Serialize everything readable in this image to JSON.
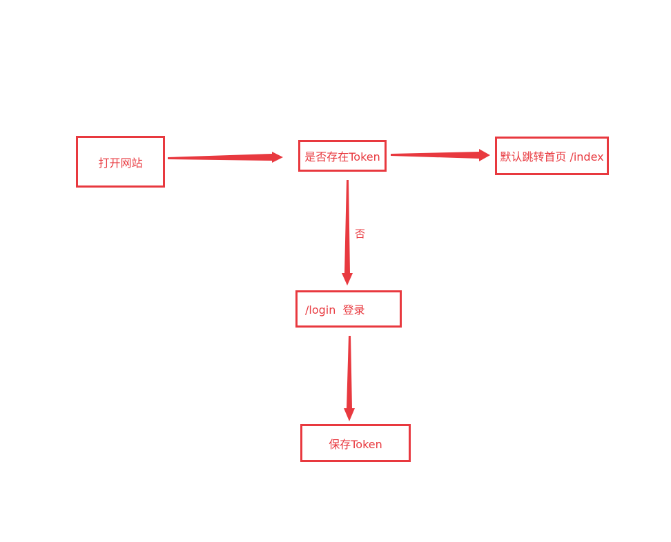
{
  "colors": {
    "accent": "#e8393f",
    "background": "#ffffff"
  },
  "nodes": {
    "open_site": "打开网站",
    "has_token": "是否存在Token",
    "redirect_index": "默认跳转首页 /index",
    "login": "/login  登录",
    "save_token": "保存Token"
  },
  "edges": {
    "no_label": "否"
  }
}
